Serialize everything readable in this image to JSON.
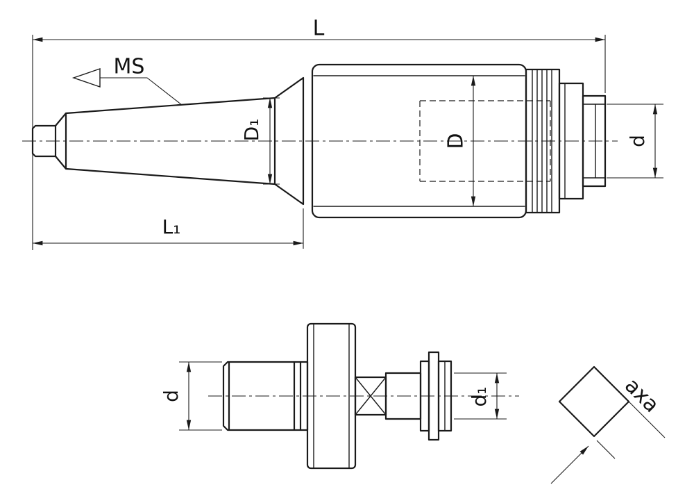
{
  "colors": {
    "line": "#1a1a1a",
    "background": "#ffffff"
  },
  "views": {
    "top": {
      "dim_overall_length": "L",
      "taper_label": "MS",
      "dim_taper_big_diameter": "D₁",
      "dim_body_diameter": "D",
      "dim_nose_diameter": "d",
      "dim_taper_length": "L₁"
    },
    "bottom": {
      "dim_shank_diameter": "d",
      "dim_collar_diameter": "d₁",
      "dim_square": "axa"
    }
  }
}
